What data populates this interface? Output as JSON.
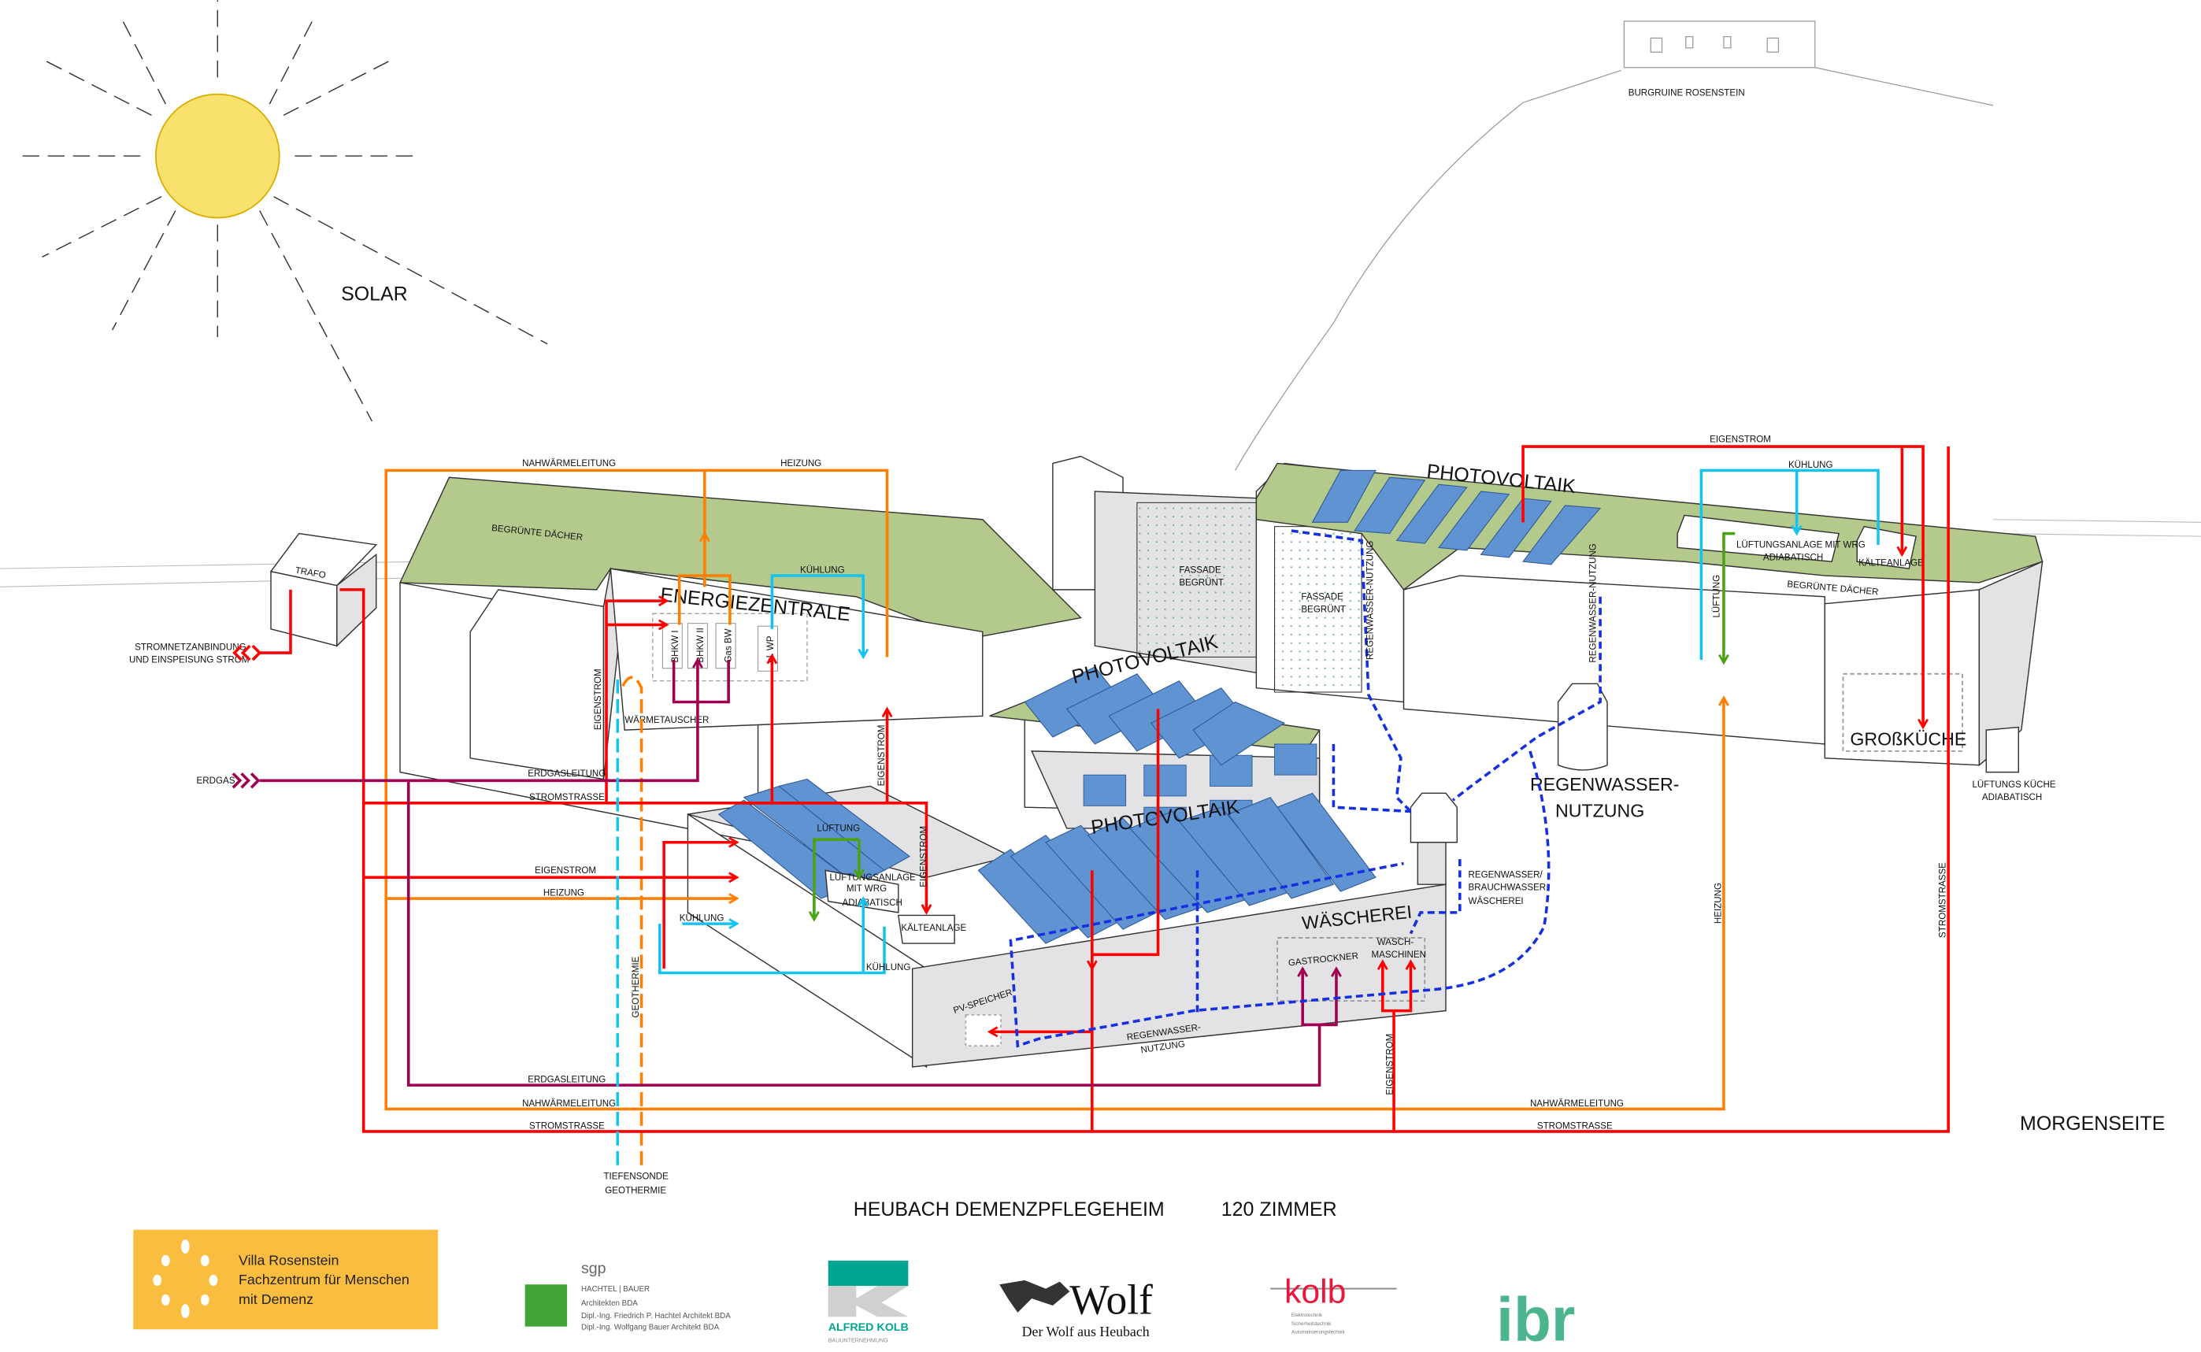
{
  "title": "HEUBACH DEMENZPFLEGEHEIM",
  "rooms": "120 ZIMMER",
  "solar": "SOLAR",
  "castle": "BURGRUINE ROSENSTEIN",
  "morgenseite": "MORGENSEITE",
  "labels": {
    "trafo": "TRAFO",
    "stromnetz1": "STROMNETZANBINDUNG",
    "stromnetz2": "UND EINSPEISUNG STROM",
    "erdgas": "ERDGAS",
    "nahwaerme_top": "NAHWÄRMELEITUNG",
    "heizung_top": "HEIZUNG",
    "begruente_daecher_1": "BEGRÜNTE DÄCHER",
    "begruente_daecher_2": "BEGRÜNTE DÄCHER",
    "kuehlung_ez": "KÜHLUNG",
    "energiezentrale": "ENERGIEZENTRALE",
    "bhkw1": "BHKW I",
    "bhkw2": "BHKW II",
    "gasbw": "Gas BW",
    "elwp": "el. WP",
    "eigenstrom_ez": "EIGENSTROM",
    "waermetauscher": "WÄRMETAUSCHER",
    "erdgasleitung_1": "ERDGASLEITUNG",
    "stromstrasse_1": "STROMSTRASSE",
    "eigenstrom_left": "EIGENSTROM",
    "heizung_left": "HEIZUNG",
    "kuehlung_left": "KÜHLUNG",
    "geothermie": "GEOTHERMIE",
    "erdgasleitung_2": "ERDGASLEITUNG",
    "nahwaerme_bottom": "NAHWÄRMELEITUNG",
    "stromstrasse_2": "STROMSTRASSE",
    "tiefensonde1": "TIEFENSONDE",
    "tiefensonde2": "GEOTHERMIE",
    "lueftung_mid": "LÜFTUNG",
    "lueftungsanlage_mid1": "LÜFTUNGSANLAGE",
    "lueftungsanlage_mid2": "MIT WRG",
    "lueftungsanlage_mid3": "ADIABATISCH",
    "eigenstrom_mid": "EIGENSTROM",
    "eigenstrom_mid2": "EIGENSTROM",
    "kaelteanlage_mid": "KÄLTEANLAGE",
    "kuehlung_mid": "KÜHLUNG",
    "fassade1a": "FASSADE",
    "fassade1b": "BEGRÜNT",
    "fassade2a": "FASSADE",
    "fassade2b": "BEGRÜNT",
    "photovoltaik_top": "PHOTOVOLTAIK",
    "photovoltaik_mid": "PHOTOVOLTAIK",
    "photovoltaik_low": "PHOTOVOLTAIK",
    "regen_nutz_v1": "REGENWASSER-NUTZUNG",
    "regen_nutz_v2": "REGENWASSER-NUTZUNG",
    "eigenstrom_top": "EIGENSTROM",
    "kuehlung_top": "KÜHLUNG",
    "lueftungsanlage_top1": "LÜFTUNGSANLAGE MIT WRG",
    "lueftungsanlage_top2": "ADIABATISCH",
    "kaelteanlage_top": "KÄLTEANLAGE",
    "lueftung_right": "LÜFTUNG",
    "regenwasser_big1": "REGENWASSER-",
    "regenwasser_big2": "NUTZUNG",
    "brauch1": "REGENWASSER/",
    "brauch2": "BRAUCHWASSER",
    "brauch3": "WÄSCHEREI",
    "waescherei": "WÄSCHEREI",
    "gastrockner": "GASTROCKNER",
    "wasch1": "WASCH-",
    "wasch2": "MASCHINEN",
    "pvspeicher": "PV-SPEICHER",
    "regen_low1": "REGENWASSER-",
    "regen_low2": "NUTZUNG",
    "eigenstrom_low": "EIGENSTROM",
    "heizung_right": "HEIZUNG",
    "stromstrasse_right": "STROMSTRASSE",
    "grosskueche": "GROßKÜCHE",
    "lueftkueche1": "LÜFTUNGS KÜCHE",
    "lueftkueche2": "ADIABATISCH",
    "nahwaerme_right": "NAHWÄRMELEITUNG",
    "stromstrasse_right_bottom": "STROMSTRASSE"
  },
  "logos": {
    "villa_line1": "Villa Rosenstein",
    "villa_line2": "Fachzentrum für Menschen",
    "villa_line3": "mit Demenz",
    "sgp_name": "sgp",
    "sgp_line1": "HACHTEL  |  BAUER",
    "sgp_line2": "Architekten BDA",
    "sgp_line3": "Dipl.-Ing. Friedrich P. Hachtel Architekt BDA",
    "sgp_line4": "Dipl.-Ing. Wolfgang Bauer Architekt BDA",
    "alfred_kolb": "ALFRED KOLB",
    "alfred_kolb_sub": "BAUUNTERNEHMUNG",
    "wolf": "Wolf",
    "wolf_sub": "Der Wolf aus Heubach",
    "kolb": "kolb",
    "kolb_sub1": "Elektrotechnik",
    "kolb_sub2": "Sicherheitstechnik",
    "kolb_sub3": "Automatisierungstechnik",
    "ibr": "ibr"
  },
  "colors": {
    "strom": "#ff0000",
    "heizung": "#ff7f00",
    "erdgas": "#a0004f",
    "kuehlung": "#14c3f0",
    "lueftung": "#4aa312",
    "regenwasser": "#1530e0",
    "roof": "#b4c98c",
    "pv": "#5f93d1"
  }
}
